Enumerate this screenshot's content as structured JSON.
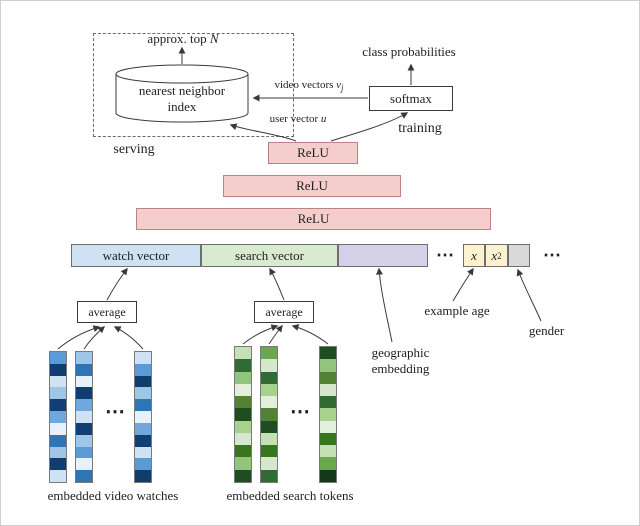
{
  "serving": {
    "label": "serving",
    "approx_prefix": "approx. top ",
    "approx_var": "N",
    "nn_index_line1": "nearest neighbor",
    "nn_index_line2": "index"
  },
  "training": {
    "label": "training",
    "class_probabilities": "class probabilities",
    "softmax": "softmax"
  },
  "edges": {
    "video_vectors_prefix": "video vectors ",
    "video_vectors_var": "v",
    "video_vectors_sub": "j",
    "user_vector_prefix": "user vector ",
    "user_vector_var": "u"
  },
  "network": {
    "relu": "ReLU"
  },
  "input_layer": {
    "watch_vector": "watch vector",
    "search_vector": "search vector",
    "x_var": "x",
    "x2_var": "x",
    "x2_sup": "2",
    "ellipsis": "⋯"
  },
  "aggregation": {
    "average": "average"
  },
  "annotations": {
    "example_age": "example age",
    "gender": "gender",
    "geo_line1": "geographic",
    "geo_line2": "embedding",
    "embedded_video_watches": "embedded video watches",
    "embedded_search_tokens": "embedded search tokens"
  },
  "colors": {
    "relu_fill": "#f6cdcd",
    "relu_border": "#bc8181",
    "watch_fill": "#cfe2f3",
    "search_fill": "#d8ead0",
    "geo_fill": "#d5cfe8",
    "age_fill": "#fdf2cf",
    "gender_fill": "#d9d9d9"
  },
  "vector_columns": {
    "video": [
      [
        "#5b9bd5",
        "#0f3d70",
        "#cfe2f3",
        "#9fc5e8",
        "#123f73",
        "#6fa8dc",
        "#e8f1fa",
        "#2e75b6",
        "#9fc5e8",
        "#0f3d70",
        "#cfe2f3"
      ],
      [
        "#9fc5e8",
        "#2e75b6",
        "#e8f1fa",
        "#0f3d70",
        "#6fa8dc",
        "#cfe2f3",
        "#123f73",
        "#9fc5e8",
        "#5b9bd5",
        "#e8f1fa",
        "#2e75b6"
      ],
      [
        "#cfe2f3",
        "#5b9bd5",
        "#0f3d70",
        "#9fc5e8",
        "#2e75b6",
        "#e8f1fa",
        "#6fa8dc",
        "#123f73",
        "#cfe2f3",
        "#5b9bd5",
        "#0f3d70"
      ]
    ],
    "search": [
      [
        "#c5e0b4",
        "#2f6b33",
        "#93c47d",
        "#e2efda",
        "#548235",
        "#1e4d22",
        "#a9d18e",
        "#d5e8cd",
        "#38761d",
        "#93c47d",
        "#1e4d22"
      ],
      [
        "#6aa84f",
        "#d5e8cd",
        "#2f6b33",
        "#a9d18e",
        "#e2efda",
        "#548235",
        "#1e4d22",
        "#c5e0b4",
        "#38761d",
        "#d5e8cd",
        "#2f6b33"
      ],
      [
        "#1e4d22",
        "#93c47d",
        "#548235",
        "#d5e8cd",
        "#2f6b33",
        "#a9d18e",
        "#e2efda",
        "#38761d",
        "#c5e0b4",
        "#6aa84f",
        "#16381a"
      ]
    ]
  }
}
